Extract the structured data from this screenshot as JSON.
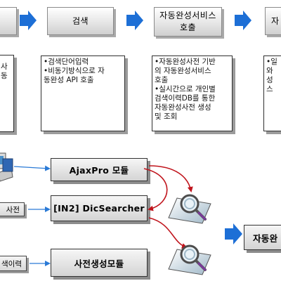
{
  "steps": [
    {
      "label": ""
    },
    {
      "label": "검색"
    },
    {
      "label_line1": "자동완성서비스",
      "label_line2": "호출"
    },
    {
      "label": "자"
    }
  ],
  "descriptions": {
    "col0": [
      "사",
      "",
      "동"
    ],
    "col1": [
      "•검색단어입력",
      "•비동기방식으로 자",
      "  동완성 API 호출"
    ],
    "col2": [
      "•자동완성사전 기반",
      "  의 자동완성서비스",
      "  호출",
      "•실시간으로 개인별",
      "  검색이력DB를 통한",
      "  자동완성사전 생성",
      "  및 조회"
    ],
    "col3": [
      "•일",
      "  와",
      "  성",
      "  스"
    ]
  },
  "modules": {
    "ajaxpro": "AjaxPro 모듈",
    "dicsearcher": "[IN2] DicSearcher",
    "dictgen": "사전생성모듈",
    "autocomplete": "자동완"
  },
  "sources": {
    "dict": "사전",
    "history": "색이력"
  },
  "colors": {
    "arrow_blue": "#1d6fd6",
    "curve_red": "#c0141c",
    "connector_blue": "#2a7ad6"
  }
}
